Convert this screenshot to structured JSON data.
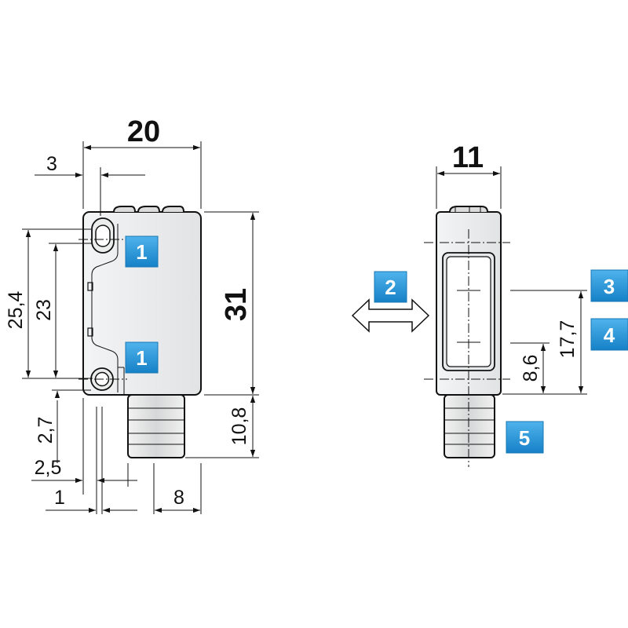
{
  "front_view": {
    "dimensions": {
      "width_total": "20",
      "height_total": "31",
      "left_offset": "3",
      "hole_spacing_outer": "25,4",
      "hole_spacing_inner": "23",
      "bottom_offset_a": "2,7",
      "bottom_offset_b": "2,5",
      "bottom_offset_c": "1",
      "connector_width": "8",
      "connector_length": "10,8"
    },
    "badges": [
      "1",
      "1"
    ]
  },
  "side_view": {
    "dimensions": {
      "width_total": "11",
      "axis_distance": "17,7",
      "lower_distance": "8,6"
    },
    "badges": [
      "2",
      "3",
      "4",
      "5"
    ]
  },
  "colors": {
    "badge_blue": "#1e8fd6",
    "housing_gray": "#e9eaeb",
    "line": "#111111"
  }
}
